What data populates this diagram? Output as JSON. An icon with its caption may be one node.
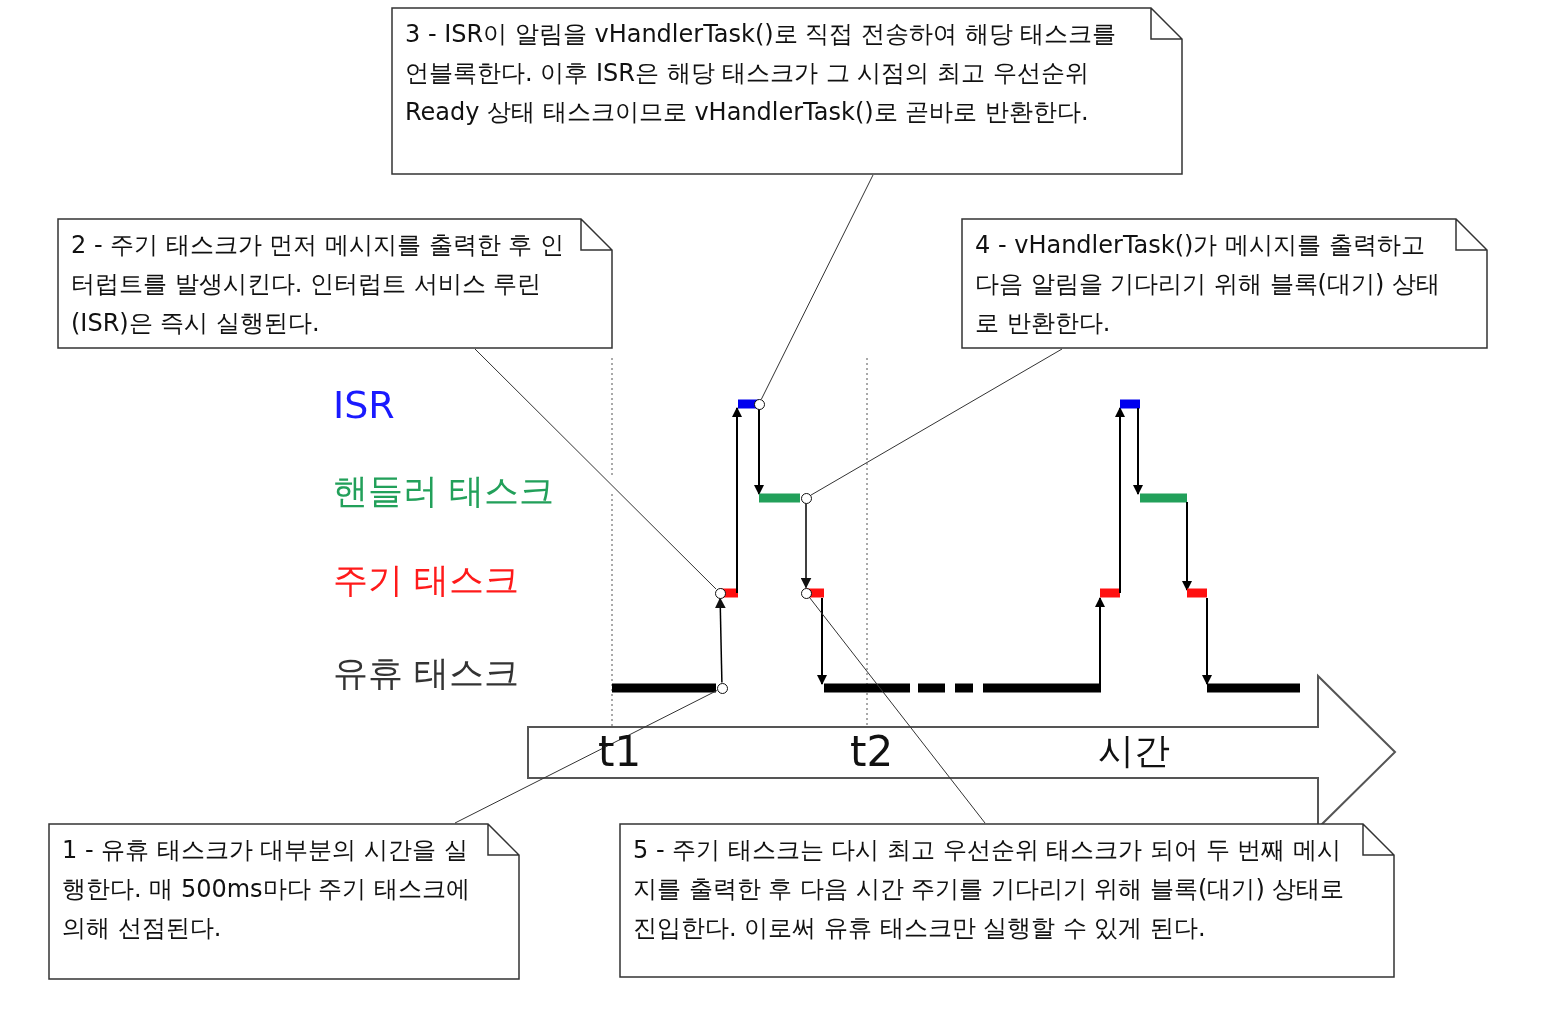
{
  "diagram": {
    "nodes": [
      {
        "text": [
          "3 - ISR이 알림을 vHandlerTask()로 직접 전송하여 해당 태스크를 언블록한다. 이후 ISR은 해당 태스크가 그 시점의 최고 우선순위 Ready 상태 태스크이므로 vHandlerTask()로 곧바로 반환한다."
        ]
      },
      {
        "text": [
          "2 - 주기 태스크가 먼저 메시지를 출력한 후 인터럽트를 발생시킨다. 인터럽트 서비스 루린(ISR)은 즉시 실행된다."
        ]
      },
      {
        "text": [
          "4 - vHandlerTask()가 메시지를 출력하고 다음 알림을 기다리기 위해 블록(대기) 상태로 반환한다."
        ]
      },
      {
        "text": [
          "1 - 유휴 태스크가 대부분의 시간을 실행한다. 매 500ms마다 주기 태스크에 의해 선점된다."
        ]
      },
      {
        "text": [
          "5 - 주기 태스크는 다시 최고 우선순위 태스크가 되어 두 번째 메시지를 출력한 후 다음 시간 주기를 기다리기 위해 블록(대기) 상태로 진입한다. 이로써 유휴 태스크만 실행할 수 있게 된다."
        ]
      },
      {
        "text": [],
        "shape": "circle"
      },
      {
        "text": [],
        "shape": "circle"
      },
      {
        "text": [],
        "shape": "circle"
      },
      {
        "text": [],
        "shape": "circle"
      },
      {
        "text": [],
        "shape": "circle"
      }
    ],
    "edges": [
      {
        "from": 0,
        "to": 7,
        "arrow": "none"
      },
      {
        "from": 1,
        "to": 5,
        "arrow": "none"
      },
      {
        "from": 2,
        "to": 8,
        "arrow": "none"
      },
      {
        "from": 3,
        "to": 6,
        "arrow": "none"
      },
      {
        "from": 4,
        "to": 9,
        "arrow": "none"
      },
      {
        "from": 6,
        "to": 5,
        "arrow": "to"
      },
      {
        "from": 8,
        "to": 9,
        "arrow": "to"
      }
    ],
    "labels": [
      "ISR",
      "핸들러 태스크",
      "주기 태스크",
      "유휴 태스크",
      "t1",
      "t2",
      "시간"
    ]
  }
}
